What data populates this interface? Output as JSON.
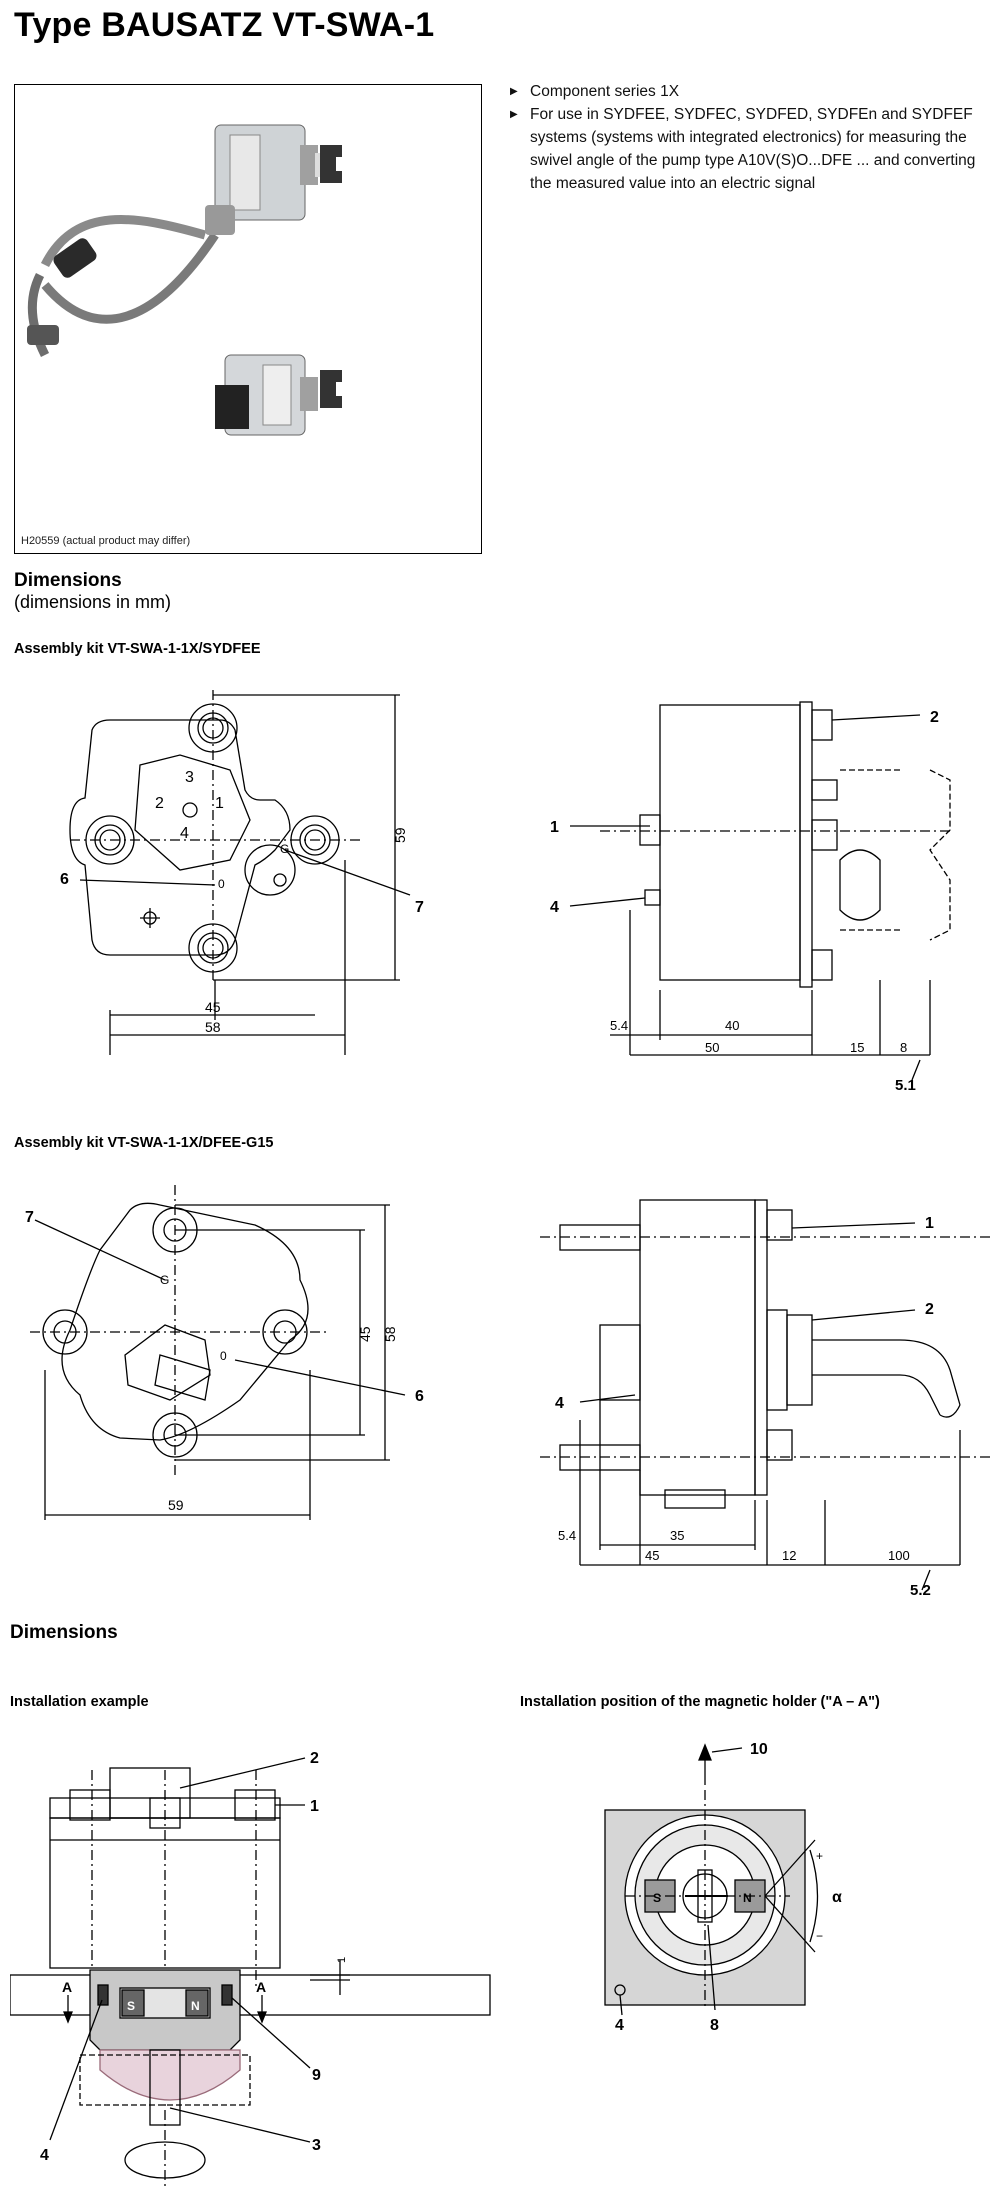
{
  "page_title": "Type BAUSATZ VT-SWA-1",
  "photo_caption": "H20559 (actual product may differ)",
  "features": [
    "Component series 1X",
    "For use in SYDFEE, SYDFEC, SYDFED, SYDFEn and SYDFEF systems (systems with integrated electronics) for measuring the swivel angle of the pump type A10V(S)O...DFE ... and converting the measured value into an electric signal"
  ],
  "dimensions_heading": "Dimensions",
  "dimensions_sub": "(dimensions in mm)",
  "kit1": {
    "heading": "Assembly kit VT-SWA-1-1X/SYDFEE",
    "front": {
      "pin3": "3",
      "pin2": "2",
      "pin1": "1",
      "pin4": "4",
      "g": "G",
      "o": "0",
      "c6": "6",
      "c7": "7",
      "d59": "59",
      "d45": "45",
      "d58": "58"
    },
    "side": {
      "c2": "2",
      "c1": "1",
      "c4": "4",
      "d54": "5.4",
      "d40": "40",
      "d50": "50",
      "d15": "15",
      "d8": "8",
      "c51": "5.1"
    }
  },
  "kit2": {
    "heading": "Assembly kit VT-SWA-1-1X/DFEE-G15",
    "front": {
      "c7": "7",
      "g": "G",
      "o": "0",
      "c6": "6",
      "d45": "45",
      "d58": "58",
      "d59": "59"
    },
    "side": {
      "c1": "1",
      "c2": "2",
      "c4": "4",
      "d54": "5.4",
      "d35": "35",
      "d45": "45",
      "d12": "12",
      "d100": "100",
      "c52": "5.2"
    }
  },
  "dimensions_heading2": "Dimensions",
  "install": {
    "heading": "Installation example",
    "c2": "2",
    "c1": "1",
    "a_left": "A",
    "a_right": "A",
    "s": "S",
    "n": "N",
    "d1": "1",
    "c9": "9",
    "c4": "4",
    "c3": "3"
  },
  "magnet": {
    "heading": "Installation position of the magnetic holder (\"A – A\")",
    "c10": "10",
    "s": "S",
    "n": "N",
    "plus": "+",
    "minus": "−",
    "alpha": "α",
    "c4": "4",
    "c8": "8"
  }
}
